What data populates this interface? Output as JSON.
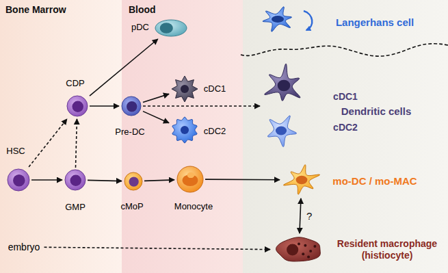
{
  "diagram": {
    "nodes": [
      {
        "text": [
          "HSC"
        ]
      },
      {
        "text": [
          "CDP"
        ]
      },
      {
        "text": [
          "GMP"
        ]
      },
      {
        "text": [
          "pDC"
        ]
      },
      {
        "text": [
          "Pre-DC"
        ]
      },
      {
        "text": [
          "cDC1"
        ]
      },
      {
        "text": [
          "cDC2"
        ]
      },
      {
        "text": [
          "cMoP"
        ]
      },
      {
        "text": [
          "Monocyte"
        ]
      },
      {
        "text": [
          "embryo"
        ]
      },
      {
        "text": [
          "Langerhans cell"
        ]
      },
      {
        "text": [
          "cDC1"
        ]
      },
      {
        "text": [
          "cDC2"
        ]
      },
      {
        "text": [
          "mo-DC / mo-MAC"
        ]
      },
      {
        "text": [
          "Resident macrophage (histiocyte)"
        ]
      }
    ],
    "edges": [
      {
        "from": 0,
        "to": 2,
        "arrow": "to"
      },
      {
        "from": 0,
        "to": 1,
        "arrow": "to"
      },
      {
        "from": 2,
        "to": 1,
        "arrow": "to"
      },
      {
        "from": 1,
        "to": 3,
        "arrow": "to"
      },
      {
        "from": 1,
        "to": 4,
        "arrow": "to"
      },
      {
        "from": 4,
        "to": 5,
        "arrow": "to"
      },
      {
        "from": 4,
        "to": 6,
        "arrow": "to"
      },
      {
        "from": 4,
        "to": 11,
        "arrow": "to"
      },
      {
        "from": 2,
        "to": 7,
        "arrow": "to"
      },
      {
        "from": 7,
        "to": 8,
        "arrow": "to"
      },
      {
        "from": 8,
        "to": 13,
        "arrow": "to"
      },
      {
        "from": 13,
        "to": 14,
        "label": "?",
        "arrow": "both"
      },
      {
        "from": 9,
        "to": 14,
        "arrow": "to"
      }
    ],
    "labels": [
      "Bone Marrow",
      "Blood",
      "Dendritic cells"
    ]
  }
}
